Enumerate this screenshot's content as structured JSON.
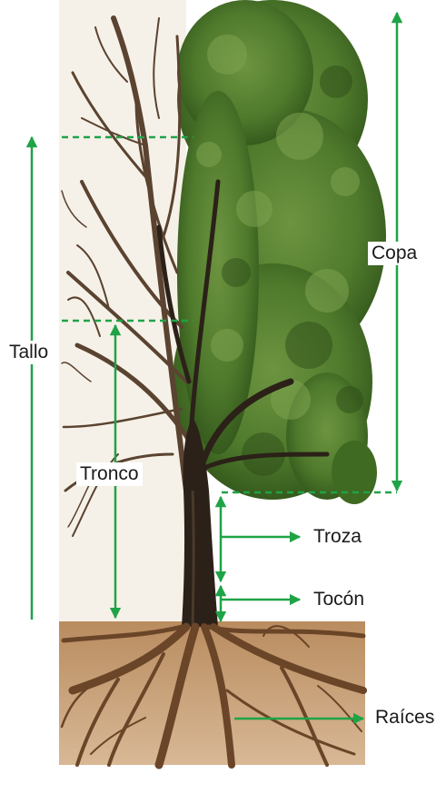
{
  "diagram": {
    "labels": {
      "copa": "Copa",
      "tallo": "Tallo",
      "tronco": "Tronco",
      "troza": "Troza",
      "tocon": "Tocón",
      "raices": "Raíces"
    },
    "colors": {
      "annotation": "#1fa347",
      "soil": "#c9a27a",
      "root": "#6a4528",
      "bark": "#2b2118",
      "foliage": "#4f7a2c",
      "bare_branch": "#5a4330"
    }
  }
}
